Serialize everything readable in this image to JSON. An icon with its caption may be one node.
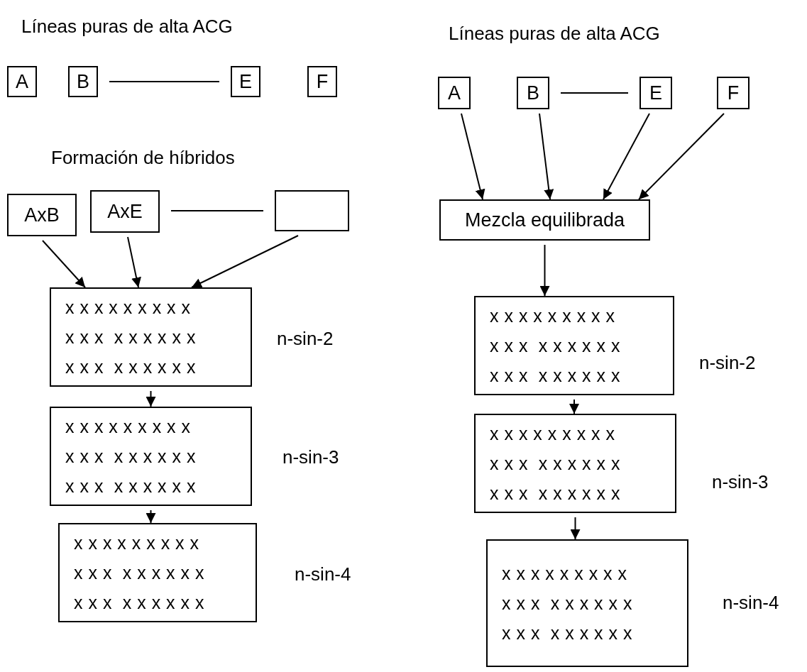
{
  "diagram": {
    "nodes": [
      {
        "text": [
          "A"
        ]
      },
      {
        "text": [
          "B"
        ]
      },
      {
        "text": [
          "E"
        ]
      },
      {
        "text": [
          "F"
        ]
      },
      {
        "text": [
          "AxB"
        ]
      },
      {
        "text": [
          "AxE"
        ]
      },
      {
        "text": [],
        "shape": "box"
      },
      {
        "text": [
          "x x x x x x x x x",
          "x x x  x x x x x x",
          "x x x  x x x x x x"
        ],
        "beside": [
          "n-sin-2"
        ]
      },
      {
        "text": [
          "x x x x x x x x x",
          "x x x  x x x x x x",
          "x x x  x x x x x x"
        ],
        "beside": [
          "n-sin-3"
        ]
      },
      {
        "text": [
          "x x x x x x x x x",
          "x x x  x x x x x x",
          "x x x  x x x x x x"
        ],
        "beside": [
          "n-sin-4"
        ]
      },
      {
        "text": [
          "A"
        ]
      },
      {
        "text": [
          "B"
        ]
      },
      {
        "text": [
          "E"
        ]
      },
      {
        "text": [
          "F"
        ]
      },
      {
        "text": [
          "Mezcla equilibrada"
        ]
      },
      {
        "text": [
          "x x x x x x x x x",
          "x x x  x x x x x x",
          "x x x  x x x x x x"
        ],
        "beside": [
          "n-sin-2"
        ]
      },
      {
        "text": [
          "x x x x x x x x x",
          "x x x  x x x x x x",
          "x x x  x x x x x x"
        ],
        "beside": [
          "n-sin-3"
        ]
      },
      {
        "text": [
          "x x x x x x x x x",
          "x x x  x x x x x x",
          "x x x  x x x x x x"
        ],
        "beside": [
          "n-sin-4"
        ]
      }
    ],
    "edges": [
      {
        "from": 1,
        "to": 2,
        "arrow": "none"
      },
      {
        "from": 5,
        "to": 6,
        "arrow": "none"
      },
      {
        "from": 4,
        "to": 7,
        "arrow": "to"
      },
      {
        "from": 5,
        "to": 7,
        "arrow": "to"
      },
      {
        "from": 6,
        "to": 7,
        "arrow": "to"
      },
      {
        "from": 7,
        "to": 8,
        "arrow": "to"
      },
      {
        "from": 8,
        "to": 9,
        "arrow": "to"
      },
      {
        "from": 11,
        "to": 12,
        "arrow": "none"
      },
      {
        "from": 10,
        "to": 14,
        "arrow": "to"
      },
      {
        "from": 11,
        "to": 14,
        "arrow": "to"
      },
      {
        "from": 12,
        "to": 14,
        "arrow": "to"
      },
      {
        "from": 13,
        "to": 14,
        "arrow": "to"
      },
      {
        "from": 14,
        "to": 15,
        "arrow": "to"
      },
      {
        "from": 15,
        "to": 16,
        "arrow": "to"
      },
      {
        "from": 16,
        "to": 17,
        "arrow": "to"
      }
    ],
    "labels": [
      "Líneas puras de alta ACG",
      "Formación de híbridos",
      "Líneas puras de alta ACG"
    ]
  }
}
